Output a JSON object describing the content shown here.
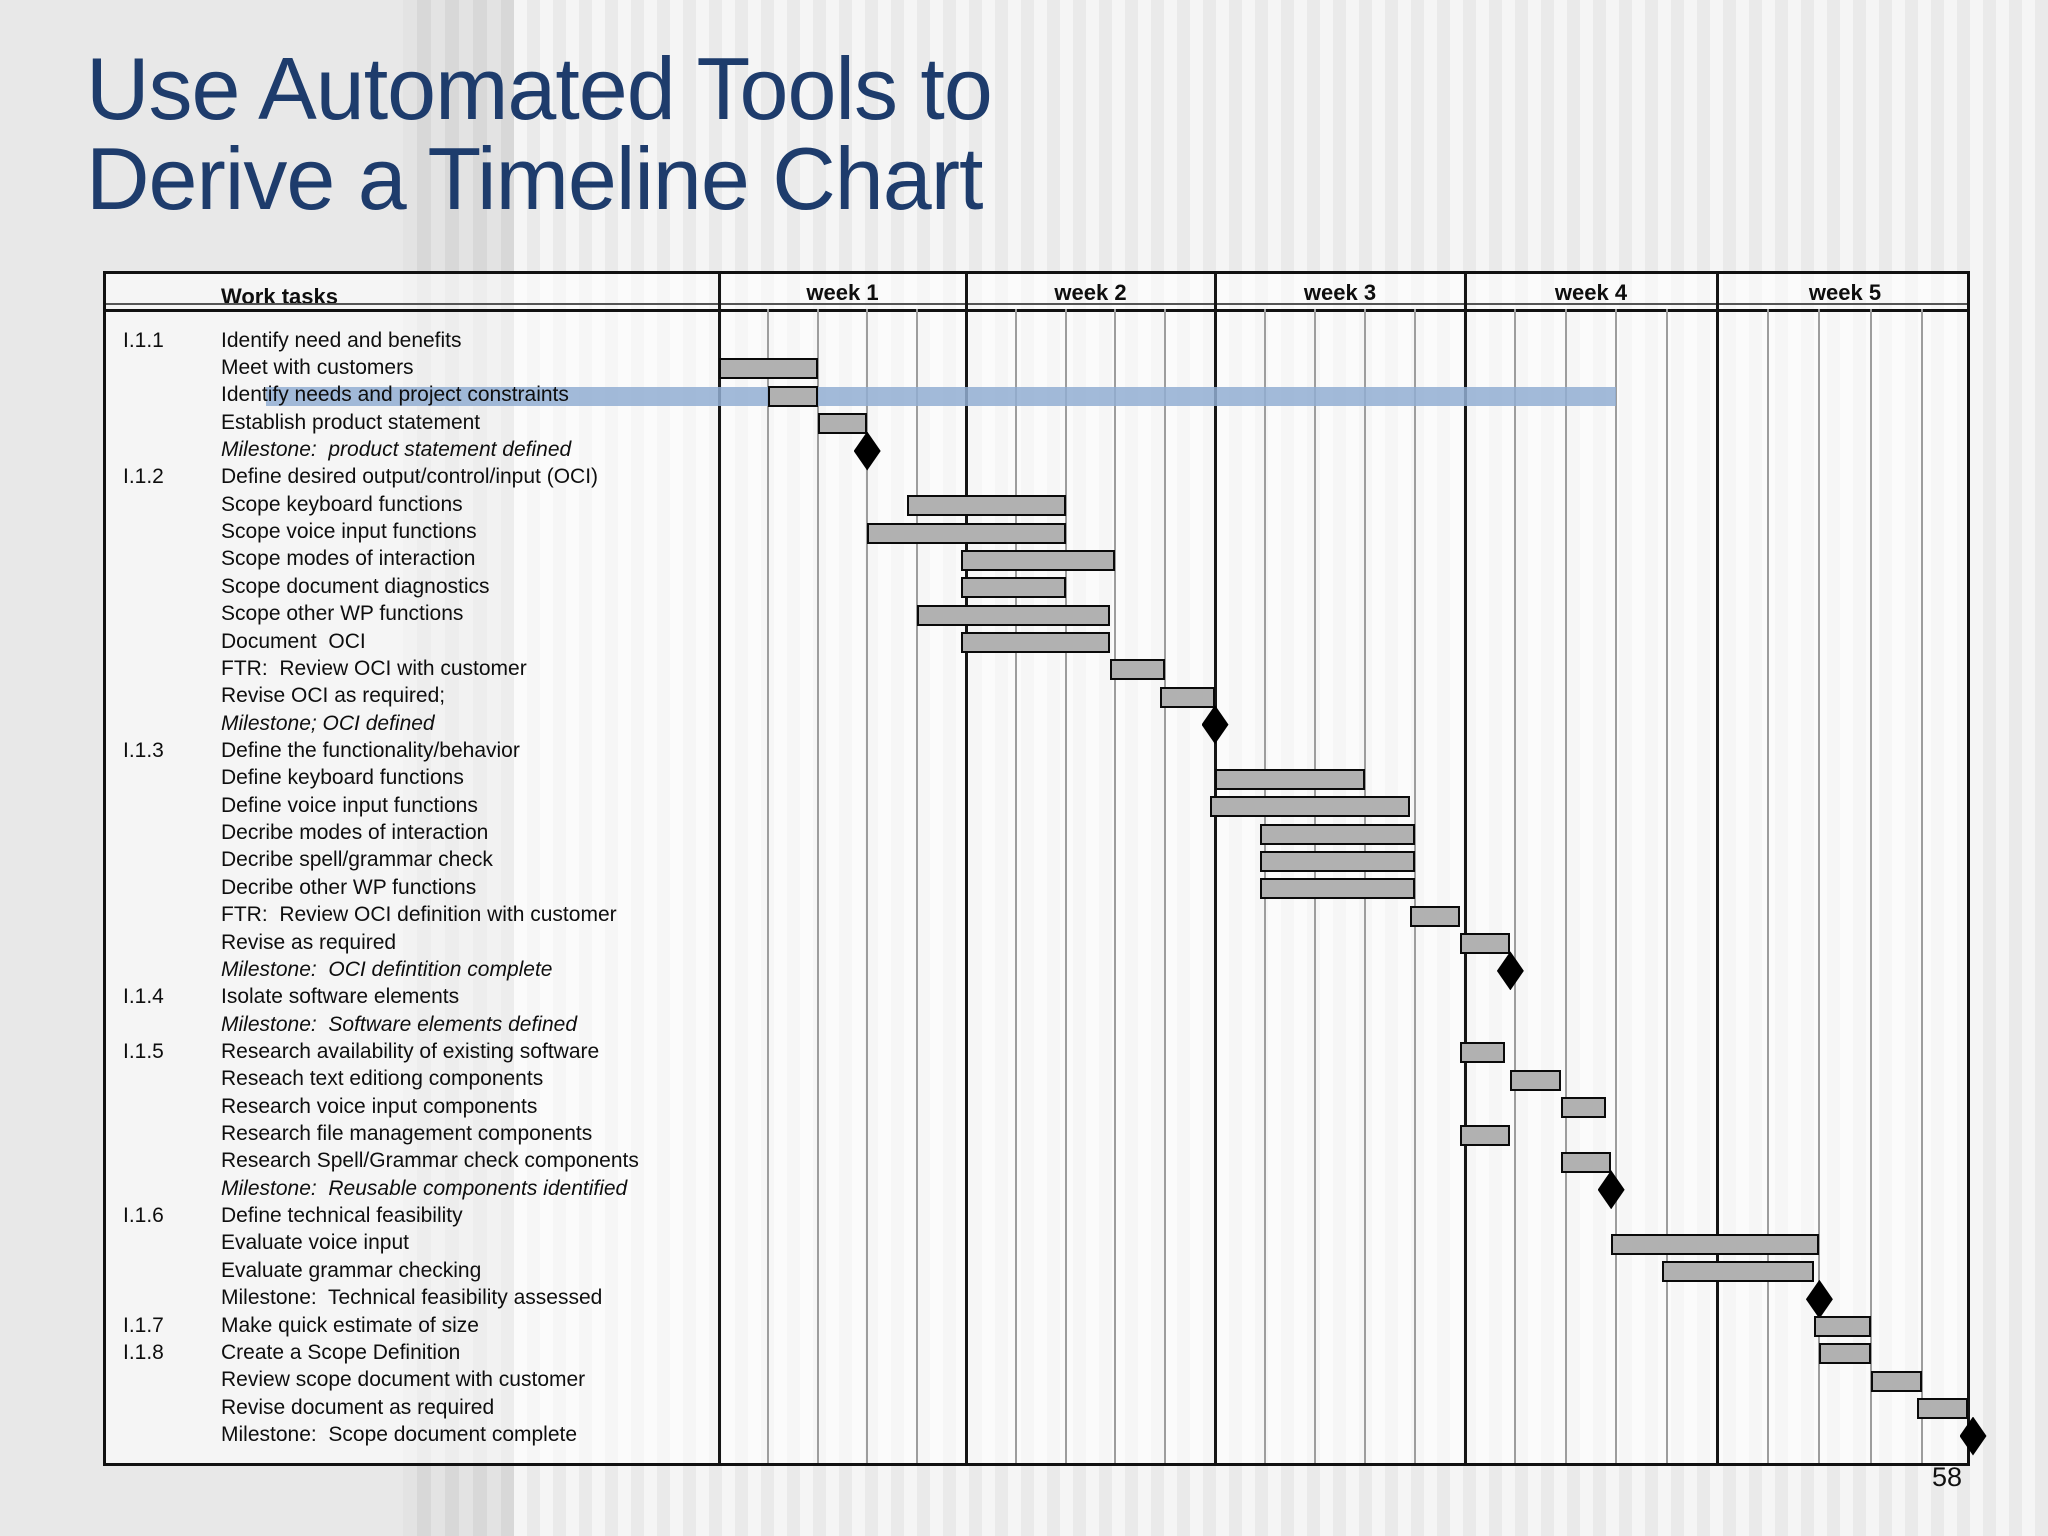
{
  "title": {
    "line1": "Use Automated Tools to",
    "line2": "Derive a Timeline Chart"
  },
  "page_number": "58",
  "colors": {
    "title_text": "#1e3c6c",
    "bar_fill": "#b1b1b1",
    "bar_border": "#0a0a0a",
    "milestone": "#000000",
    "highlight_blue": "#92aed2",
    "grid_day_line": "#9d9d9d",
    "grid_week_line": "#161616",
    "background": "#e8e8e8"
  },
  "chart_data": {
    "type": "gantt",
    "title": "Use Automated Tools to Derive a Timeline Chart",
    "columns_header": "Work tasks",
    "weeks": [
      "week 1",
      "week 2",
      "week 3",
      "week 4",
      "week 5"
    ],
    "days_per_week": 5,
    "total_days": 25,
    "time_unit": "days (0 = start of week 1)",
    "rows": [
      {
        "id": "I.1.1",
        "label": "Identify need and benefits"
      },
      {
        "id": "",
        "label": "Meet with customers",
        "bar": [
          0,
          2
        ]
      },
      {
        "id": "",
        "label": "Identify needs and project constraints",
        "bar": [
          1,
          2
        ],
        "highlight": true
      },
      {
        "id": "",
        "label": "Establish product statement",
        "bar": [
          2,
          3
        ]
      },
      {
        "id": "",
        "label": "Milestone:  product statement defined",
        "italic": true,
        "milestone": 3
      },
      {
        "id": "I.1.2",
        "label": "Define desired output/control/input (OCI)"
      },
      {
        "id": "",
        "label": "Scope keyboard functions",
        "bar": [
          3.8,
          7
        ]
      },
      {
        "id": "",
        "label": "Scope voice input functions",
        "bar": [
          3,
          7
        ]
      },
      {
        "id": "",
        "label": "Scope modes of interaction",
        "bar": [
          4.9,
          8
        ]
      },
      {
        "id": "",
        "label": "Scope document diagnostics",
        "bar": [
          4.9,
          7
        ]
      },
      {
        "id": "",
        "label": "Scope other WP functions",
        "bar": [
          4,
          7.9
        ]
      },
      {
        "id": "",
        "label": "Document  OCI",
        "bar": [
          4.9,
          7.9
        ]
      },
      {
        "id": "",
        "label": "FTR:  Review OCI with customer",
        "bar": [
          7.9,
          9
        ]
      },
      {
        "id": "",
        "label": "Revise OCI as required;",
        "bar": [
          8.9,
          10
        ]
      },
      {
        "id": "",
        "label": "Milestone; OCI defined",
        "italic": true,
        "milestone": 10
      },
      {
        "id": "I.1.3",
        "label": "Define the functionality/behavior"
      },
      {
        "id": "",
        "label": "Define keyboard functions",
        "bar": [
          10,
          13
        ]
      },
      {
        "id": "",
        "label": "Define voice input functions",
        "bar": [
          9.9,
          13.9
        ]
      },
      {
        "id": "",
        "label": "Decribe modes of interaction",
        "bar": [
          10.9,
          14
        ]
      },
      {
        "id": "",
        "label": "Decribe spell/grammar check",
        "bar": [
          10.9,
          14
        ]
      },
      {
        "id": "",
        "label": "Decribe other WP functions",
        "bar": [
          10.9,
          14
        ]
      },
      {
        "id": "",
        "label": "FTR:  Review OCI definition with customer",
        "bar": [
          13.9,
          14.9
        ]
      },
      {
        "id": "",
        "label": "Revise as required",
        "bar": [
          14.9,
          15.9
        ]
      },
      {
        "id": "",
        "label": "Milestone:  OCI defintition complete",
        "italic": true,
        "milestone": 15.9
      },
      {
        "id": "I.1.4",
        "label": "Isolate software elements"
      },
      {
        "id": "",
        "label": "Milestone:  Software elements defined",
        "italic": true
      },
      {
        "id": "I.1.5",
        "label": "Research availability of existing software",
        "bar": [
          14.9,
          15.8
        ]
      },
      {
        "id": "",
        "label": "Reseach text editiong components",
        "bar": [
          15.9,
          16.9
        ]
      },
      {
        "id": "",
        "label": "Research voice input components",
        "bar": [
          16.9,
          17.8
        ]
      },
      {
        "id": "",
        "label": "Research file management components",
        "bar": [
          14.9,
          15.9
        ]
      },
      {
        "id": "",
        "label": "Research Spell/Grammar check components",
        "bar": [
          16.9,
          17.9
        ]
      },
      {
        "id": "",
        "label": "Milestone:  Reusable components identified",
        "italic": true,
        "milestone": 17.9
      },
      {
        "id": "I.1.6",
        "label": "Define technical feasibility"
      },
      {
        "id": "",
        "label": "Evaluate voice input",
        "bar": [
          17.9,
          22
        ]
      },
      {
        "id": "",
        "label": "Evaluate grammar checking",
        "bar": [
          18.9,
          21.9
        ]
      },
      {
        "id": "",
        "label": "Milestone:  Technical feasibility assessed",
        "milestone": 22
      },
      {
        "id": "I.1.7",
        "label": "Make quick estimate of size",
        "bar": [
          21.9,
          23
        ]
      },
      {
        "id": "I.1.8",
        "label": "Create a Scope Definition",
        "bar": [
          22,
          23
        ]
      },
      {
        "id": "",
        "label": "Review scope document with customer",
        "bar": [
          23,
          24
        ]
      },
      {
        "id": "",
        "label": "Revise document as required",
        "bar": [
          23.9,
          24.9
        ]
      },
      {
        "id": "",
        "label": "Milestone:  Scope document complete",
        "milestone": 25
      }
    ],
    "highlight_row": {
      "label": "Identify needs and project constraints",
      "extends_to_day": 18
    }
  }
}
